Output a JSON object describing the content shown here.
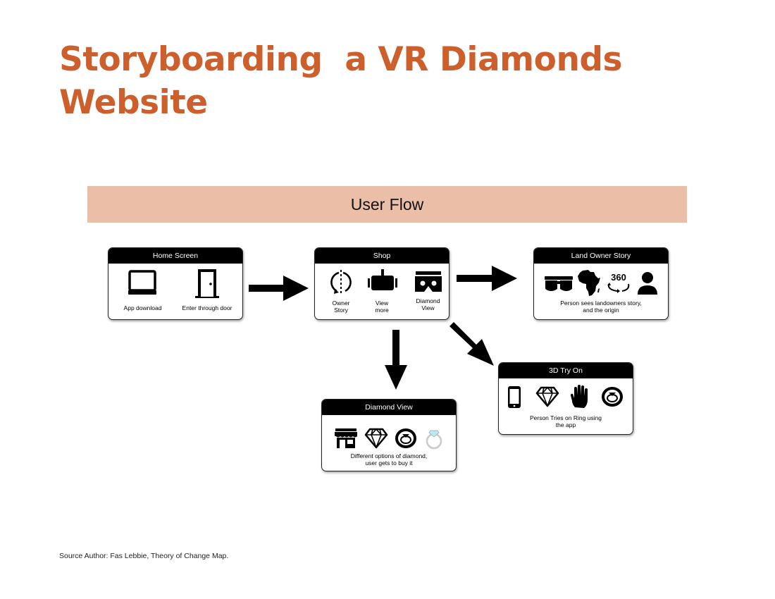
{
  "title": "Storyboarding  a VR Diamonds\nWebsite",
  "banner": "User Flow",
  "cards": {
    "home": {
      "title": "Home Screen",
      "items": [
        {
          "label": "App download",
          "icon": "monitor-icon"
        },
        {
          "label": "Enter through door",
          "icon": "door-icon"
        }
      ]
    },
    "shop": {
      "title": "Shop",
      "items": [
        {
          "label": "Owner\nStory",
          "icon": "rotate-icon"
        },
        {
          "label": "View\nmore",
          "icon": "vr-controller-icon"
        },
        {
          "label": "Diamond\nView",
          "icon": "vr-headset-icon"
        }
      ]
    },
    "land": {
      "title": "Land Owner Story",
      "icons": [
        "vr-goggles-icon",
        "africa-map-icon",
        "360-view-icon",
        "person-icon"
      ],
      "description": "Person sees landowners story,\nand the origin"
    },
    "tryon": {
      "title": "3D Try On",
      "icons": [
        "smartphone-icon",
        "diamond-icon",
        "hand-icon",
        "ring-icon"
      ],
      "description": "Person Tries on Ring using\nthe app"
    },
    "diamond": {
      "title": "Diamond View",
      "icons": [
        "storefront-icon",
        "diamond-icon",
        "ring-icon",
        "diamond-ring-icon"
      ],
      "description": "Different options of diamond,\nuser gets to buy it"
    }
  },
  "icon_360_text": "360",
  "source": "Source Author: Fas Lebbie, Theory of Change Map.",
  "colors": {
    "title": "#cc5f2b",
    "banner": "#ebbea8",
    "card_header": "#000000"
  }
}
